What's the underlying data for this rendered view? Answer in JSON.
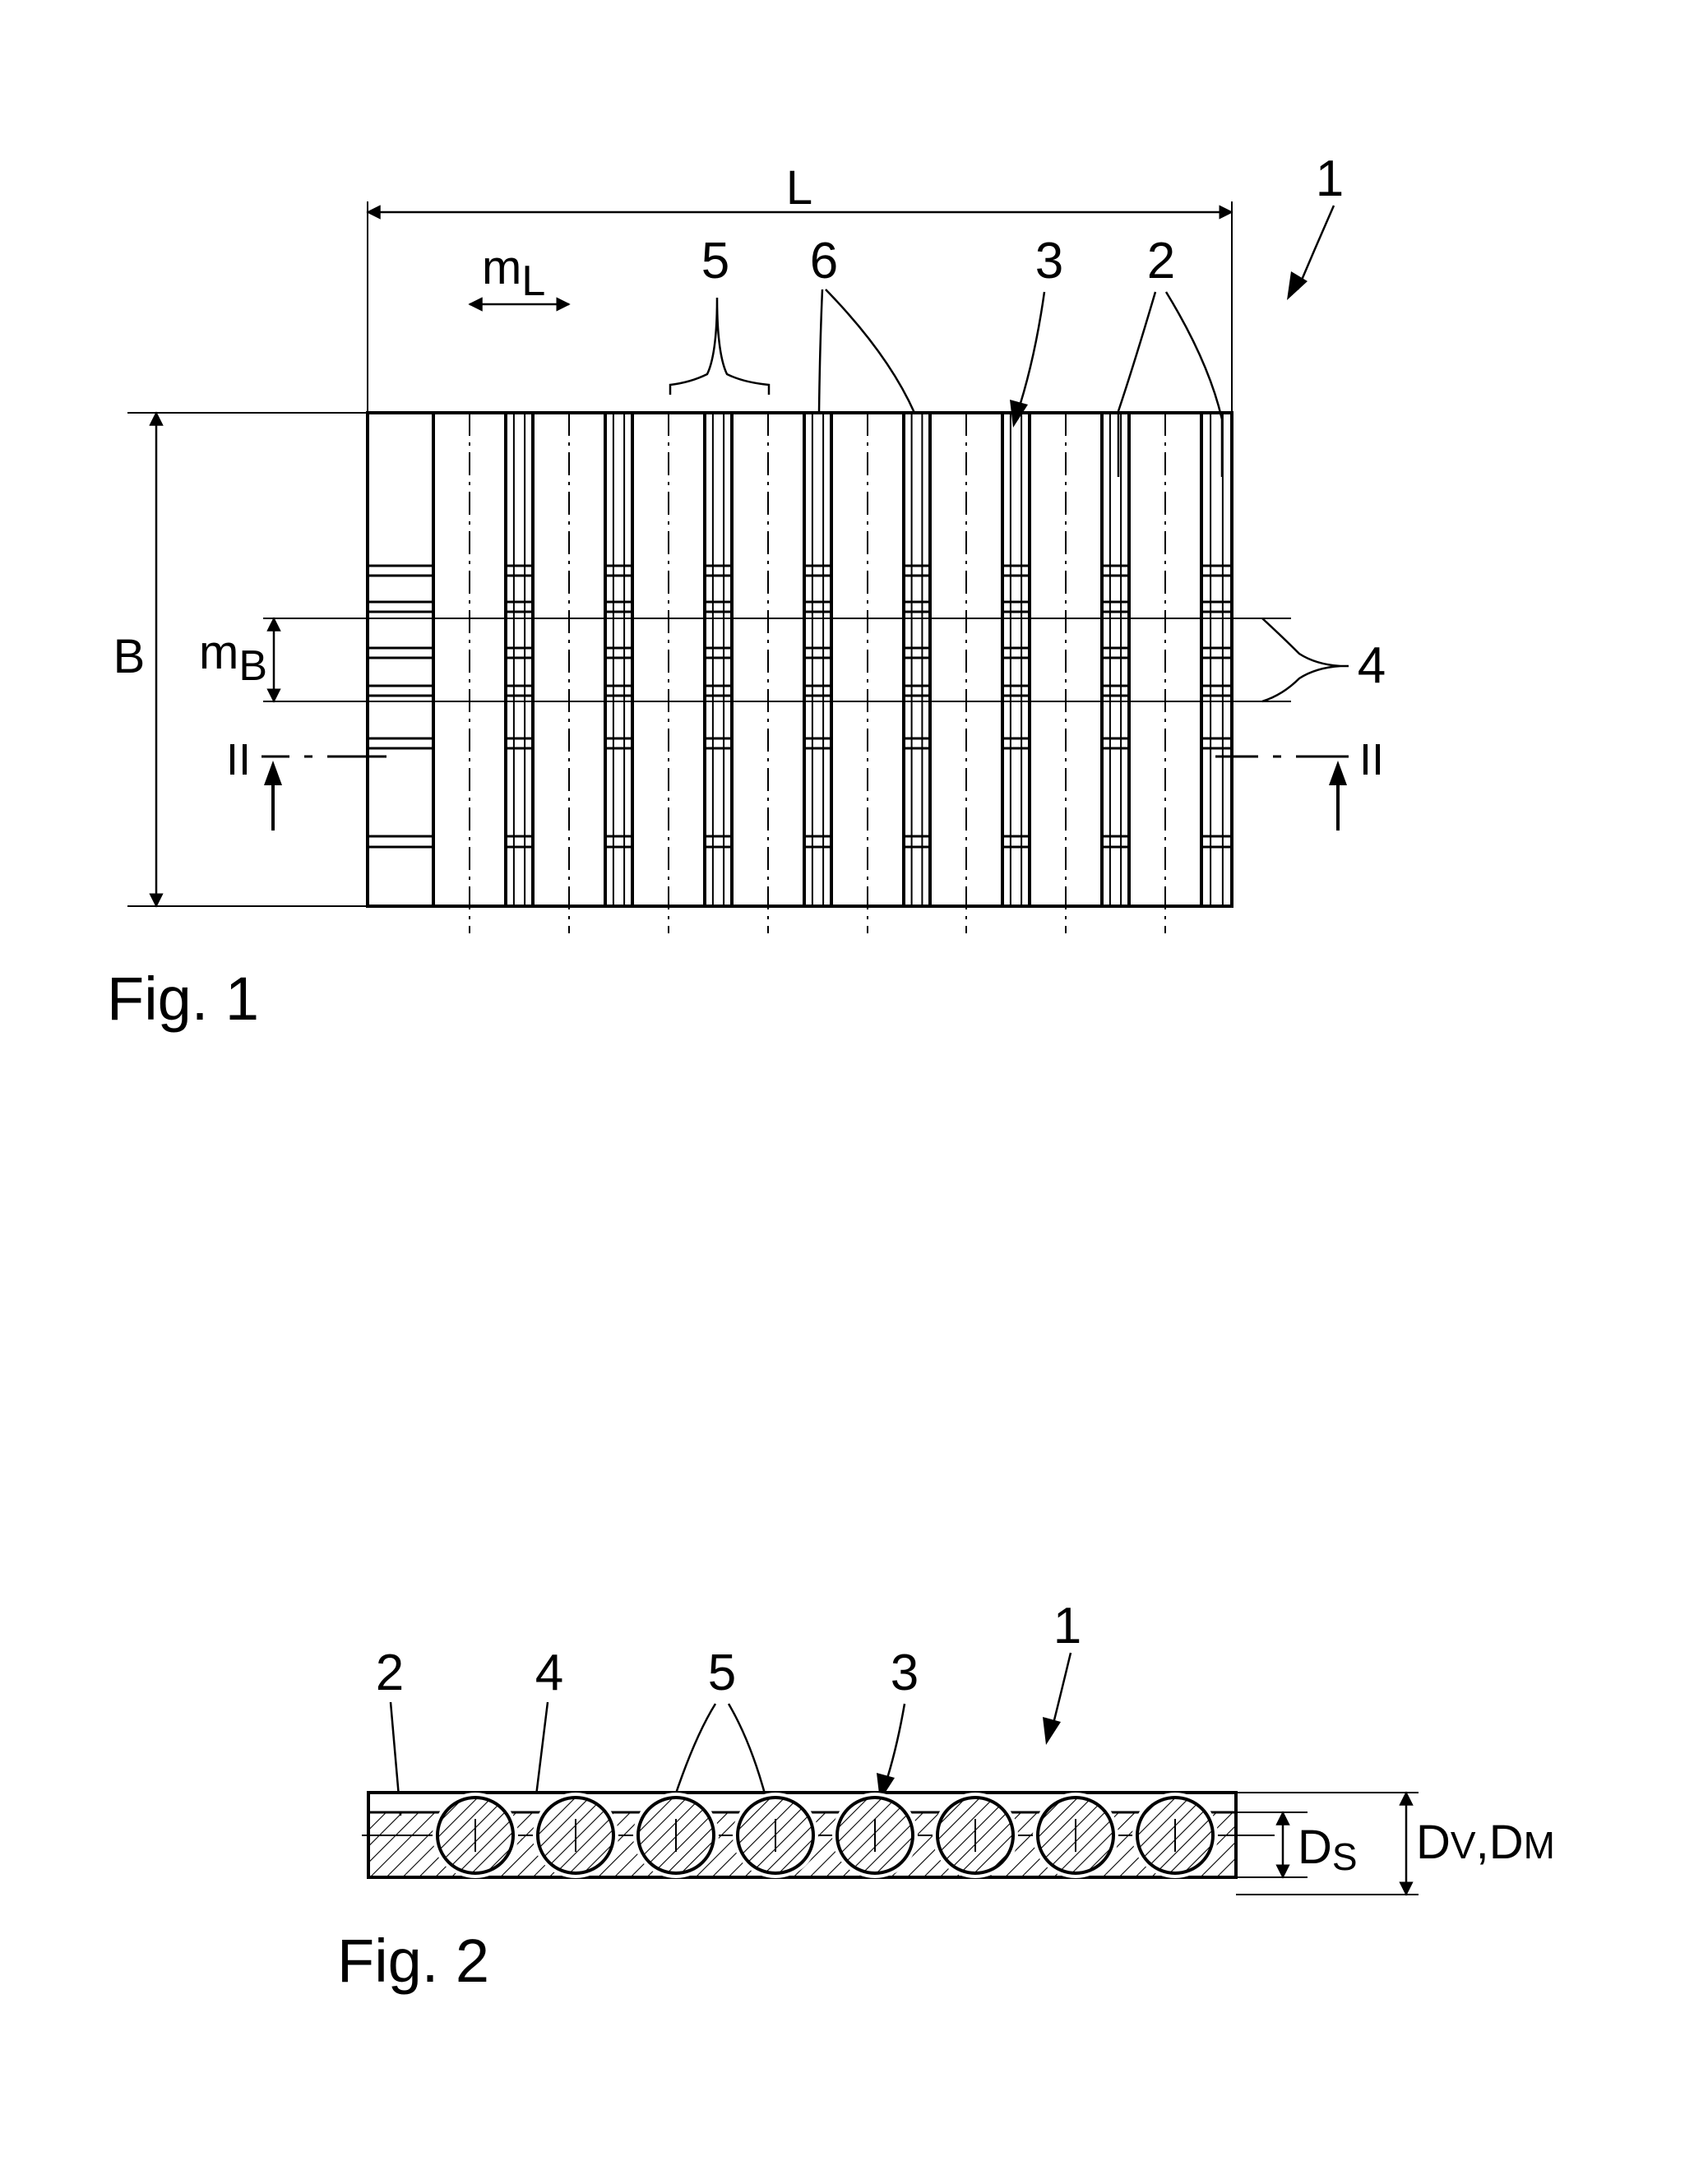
{
  "fig1": {
    "caption": "Fig. 1",
    "labels": {
      "ref_1": "1",
      "ref_2": "2",
      "ref_3": "3",
      "ref_4": "4",
      "ref_5": "5",
      "ref_6": "6",
      "length": "L",
      "width": "B",
      "pitch_length_main": "m",
      "pitch_length_sub": "L",
      "pitch_width_main": "m",
      "pitch_width_sub": "B",
      "section_left": "II",
      "section_right": "II"
    }
  },
  "fig2": {
    "caption": "Fig. 2",
    "labels": {
      "ref_1": "1",
      "ref_2": "2",
      "ref_3": "3",
      "ref_4": "4",
      "ref_5": "5",
      "ds_main": "D",
      "ds_sub": "S",
      "dv_main": "D",
      "dv_sub": "V",
      "dv_sep": ",",
      "dm_main": "D",
      "dm_sub": "M"
    }
  }
}
